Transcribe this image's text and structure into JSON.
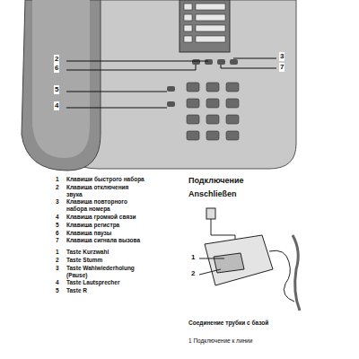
{
  "diagram": {
    "labels": [
      "2",
      "3",
      "6",
      "7",
      "5",
      "4",
      "1",
      "Клавиши быстрого набора",
      "2",
      "Клавиша отключения звука",
      "3",
      "Клавиша повторного набора номера",
      "4",
      "Клавиша громкой связи",
      "5",
      "Клавиша регистра",
      "6",
      "Клавиша паузы",
      "7",
      "Клавиша сигнала вызова",
      "1",
      "Taste Kurzwahl",
      "2",
      "Taste Stumm",
      "3",
      "Taste Wahlwiederholung (Pause)",
      "4",
      "Taste Lautsprecher",
      "5",
      "Taste R",
      "Подключение",
      "Anschließen",
      "1",
      "2",
      "Соединение трубки с базой",
      "1 Подключение к линии"
    ]
  }
}
